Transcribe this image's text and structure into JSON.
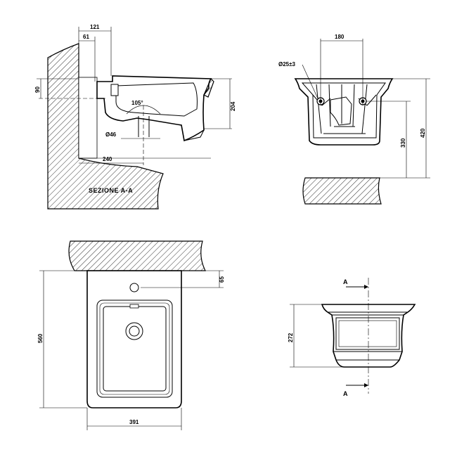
{
  "drawing": {
    "section_title": "SEZIONE A-A",
    "side_view": {
      "dim_121": "121",
      "dim_61": "61",
      "dim_90": "90",
      "dim_204": "204",
      "dim_105": "105°",
      "dim_46": "Ø46",
      "dim_240": "240"
    },
    "rear_view": {
      "dim_180": "180",
      "dim_hole": "Ø25±3",
      "dim_330": "330",
      "dim_420": "420"
    },
    "top_view": {
      "dim_65": "65",
      "dim_560": "560",
      "dim_391": "391"
    },
    "front_view": {
      "dim_272": "272",
      "section_mark_top": "A",
      "section_mark_bottom": "A"
    }
  }
}
